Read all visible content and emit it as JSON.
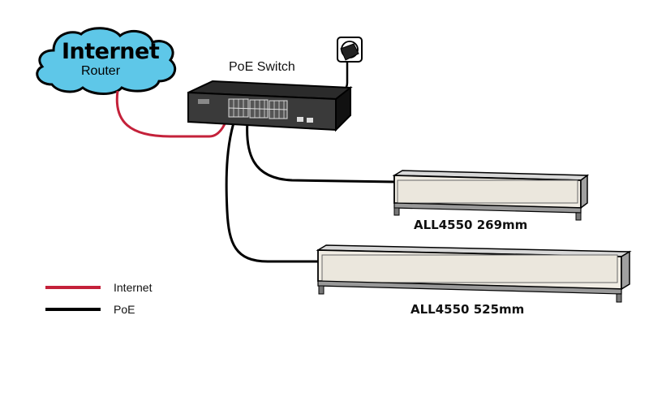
{
  "cloud": {
    "title": "Internet",
    "subtitle": "Router",
    "fill_color": "#5ec7e8"
  },
  "switch": {
    "label": "PoE Switch"
  },
  "devices": [
    {
      "label": "ALL4550  269mm"
    },
    {
      "label": "ALL4550  525mm"
    }
  ],
  "legend": [
    {
      "label": "Internet",
      "color": "#c4213a"
    },
    {
      "label": "PoE",
      "color": "#000000"
    }
  ],
  "icons": [
    "power-socket-icon",
    "plug-icon"
  ]
}
